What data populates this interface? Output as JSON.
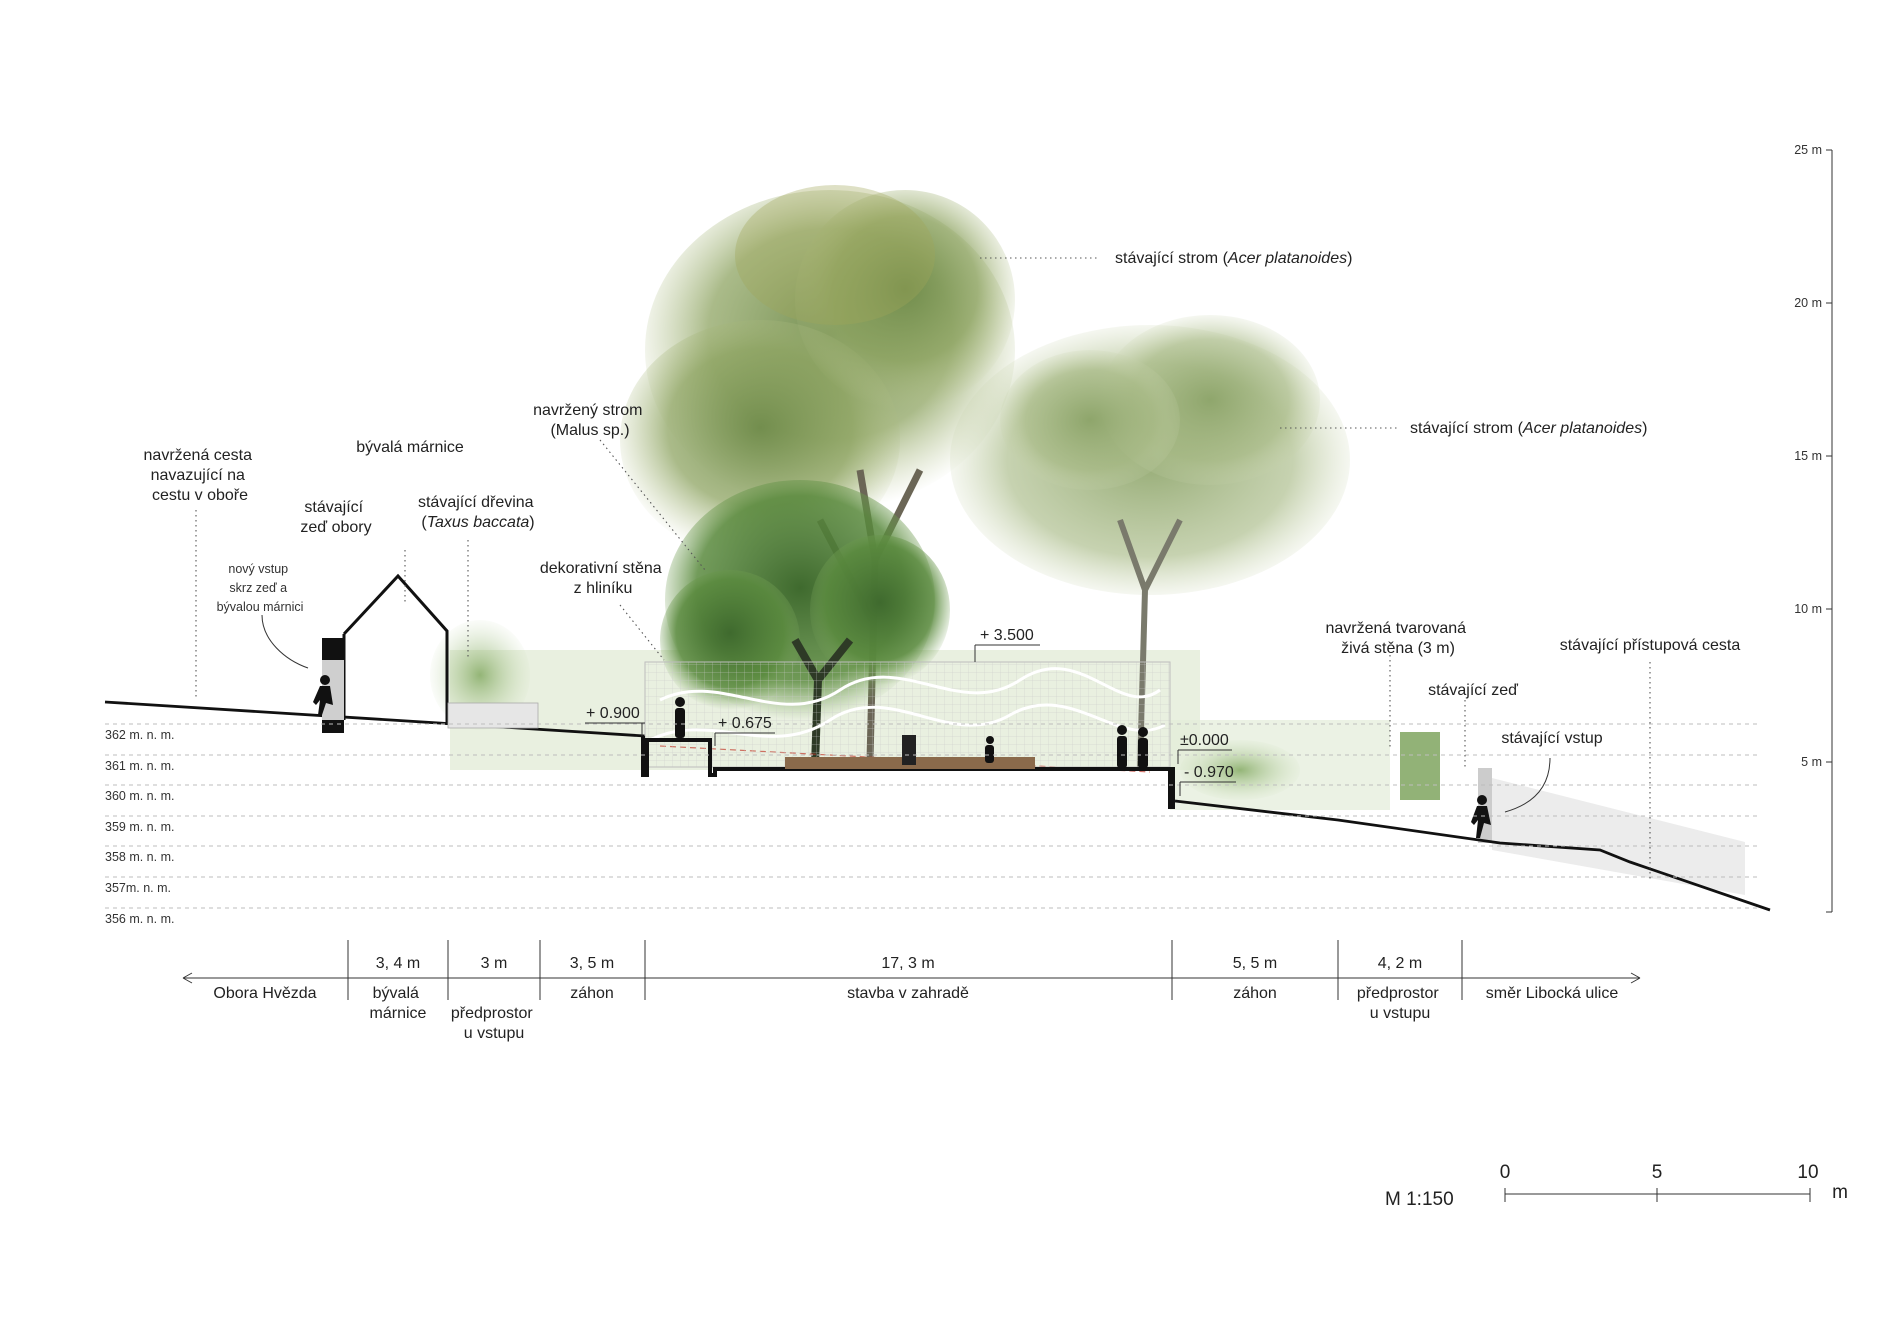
{
  "labels": {
    "tree_right_top": [
      "stávající strom (",
      "Acer platanoides",
      ")"
    ],
    "tree_right_mid": [
      "stávající strom (",
      "Acer platanoides",
      ")"
    ],
    "proposed_tree": [
      "navržený strom",
      "(Malus sp.)"
    ],
    "path_proposed": [
      "navržená cesta",
      "navazující na",
      "cestu v oboře"
    ],
    "old_morgue": "bývalá márnice",
    "wall_obora": [
      "stávající",
      "zeď obory"
    ],
    "taxus": [
      "stávající dřevina",
      "Taxus baccata"
    ],
    "new_entry": [
      "nový vstup",
      "skrz zeď a",
      "bývalou márnici"
    ],
    "deco_wall": [
      "dekorativní stěna",
      "z hliníku"
    ],
    "hedge": [
      "navržená tvarovaná",
      "živá stěna (3 m)"
    ],
    "existing_wall": "stávající zeď",
    "existing_entry": "stávající vstup",
    "access_road": "stávající přístupová cesta"
  },
  "heights": [
    "+ 3.500",
    "+ 0.900",
    "+ 0.675",
    "±0.000",
    "- 0.970"
  ],
  "scale_axis": [
    "25 m",
    "20 m",
    "15 m",
    "10 m",
    "5 m"
  ],
  "levels": [
    "362 m. n. m.",
    "361 m. n. m.",
    "360 m. n. m.",
    "359 m. n. m.",
    "358 m. n. m.",
    "357m. n. m.",
    "356 m. n. m."
  ],
  "dimensions": [
    {
      "size": "",
      "name": [
        "Obora Hvězda"
      ]
    },
    {
      "size": "3, 4 m",
      "name": [
        "bývalá",
        "márnice"
      ]
    },
    {
      "size": "3 m",
      "name": [
        "předprostor",
        "u vstupu"
      ]
    },
    {
      "size": "3, 5 m",
      "name": [
        "záhon"
      ]
    },
    {
      "size": "17, 3 m",
      "name": [
        "stavba v zahradě"
      ]
    },
    {
      "size": "5, 5 m",
      "name": [
        "záhon"
      ]
    },
    {
      "size": "4, 2 m",
      "name": [
        "předprostor",
        "u vstupu"
      ]
    },
    {
      "size": "",
      "name": [
        "směr Libocká ulice"
      ]
    }
  ],
  "scale_bar": {
    "ratio": "M 1:150",
    "ticks": [
      "0",
      "5",
      "10"
    ],
    "unit": "m"
  }
}
